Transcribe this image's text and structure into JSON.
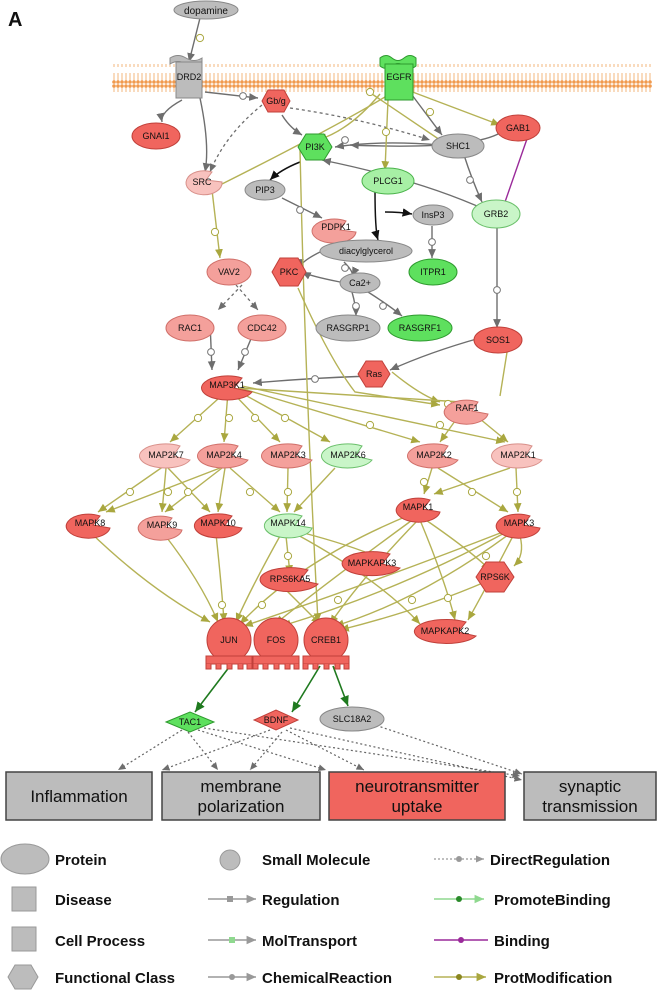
{
  "panel_label": "A",
  "colors": {
    "red": "#f0655e",
    "pink": "#f4a09b",
    "light_pink": "#f8c2be",
    "green": "#5ee05e",
    "light_green": "#a7f0a5",
    "grey": "#bcbcbc",
    "membrane": "#f0a35a",
    "prot_mod": "#b5b256",
    "promote_binding": "#2a8a2a",
    "binding": "#9a2a9a"
  },
  "nodes": {
    "dopamine": "dopamine",
    "DRD2": "DRD2",
    "EGFR": "EGFR",
    "Gbg": "Gb/g",
    "GNAI1": "GNAI1",
    "PI3K": "PI3K",
    "SHC1": "SHC1",
    "GAB1": "GAB1",
    "SRC": "SRC",
    "PIP3": "PIP3",
    "PLCG1": "PLCG1",
    "InsP3": "InsP3",
    "GRB2": "GRB2",
    "PDPK1": "PDPK1",
    "diacylglycerol": "diacylglycerol",
    "VAV2": "VAV2",
    "PKC": "PKC",
    "Ca2": "Ca2+",
    "ITPR1": "ITPR1",
    "RAC1": "RAC1",
    "CDC42": "CDC42",
    "RASGRP1": "RASGRP1",
    "RASGRF1": "RASGRF1",
    "SOS1": "SOS1",
    "Ras": "Ras",
    "MAP3K1": "MAP3K1",
    "RAF1": "RAF1",
    "MAP2K7": "MAP2K7",
    "MAP2K4": "MAP2K4",
    "MAP2K3": "MAP2K3",
    "MAP2K6": "MAP2K6",
    "MAP2K2": "MAP2K2",
    "MAP2K1": "MAP2K1",
    "MAPK8": "MAPK8",
    "MAPK9": "MAPK9",
    "MAPK10": "MAPK10",
    "MAPK14": "MAPK14",
    "MAPK1": "MAPK1",
    "MAPK3": "MAPK3",
    "MAPKAPK3": "MAPKAPK3",
    "RPS6KA5": "RPS6KA5",
    "RPS6K": "RPS6K",
    "JUN": "JUN",
    "FOS": "FOS",
    "CREB1": "CREB1",
    "MAPKAPK2": "MAPKAPK2",
    "TAC1": "TAC1",
    "BDNF": "BDNF",
    "SLC18A2": "SLC18A2"
  },
  "processes": {
    "inflammation": "Inflammation",
    "membrane_polarization_1": "membrane",
    "membrane_polarization_2": "polarization",
    "neurotransmitter_uptake_1": "neurotransmitter",
    "neurotransmitter_uptake_2": "uptake",
    "synaptic_transmission_1": "synaptic",
    "synaptic_transmission_2": "transmission"
  },
  "legend": {
    "protein": "Protein",
    "small_molecule": "Small Molecule",
    "direct_regulation": "DirectRegulation",
    "disease": "Disease",
    "regulation": "Regulation",
    "promote_binding": "PromoteBinding",
    "cell_process": "Cell Process",
    "mol_transport": "MolTransport",
    "binding": "Binding",
    "functional_class": "Functional Class",
    "chemical_reaction": "ChemicalReaction",
    "prot_modification": "ProtModification"
  }
}
